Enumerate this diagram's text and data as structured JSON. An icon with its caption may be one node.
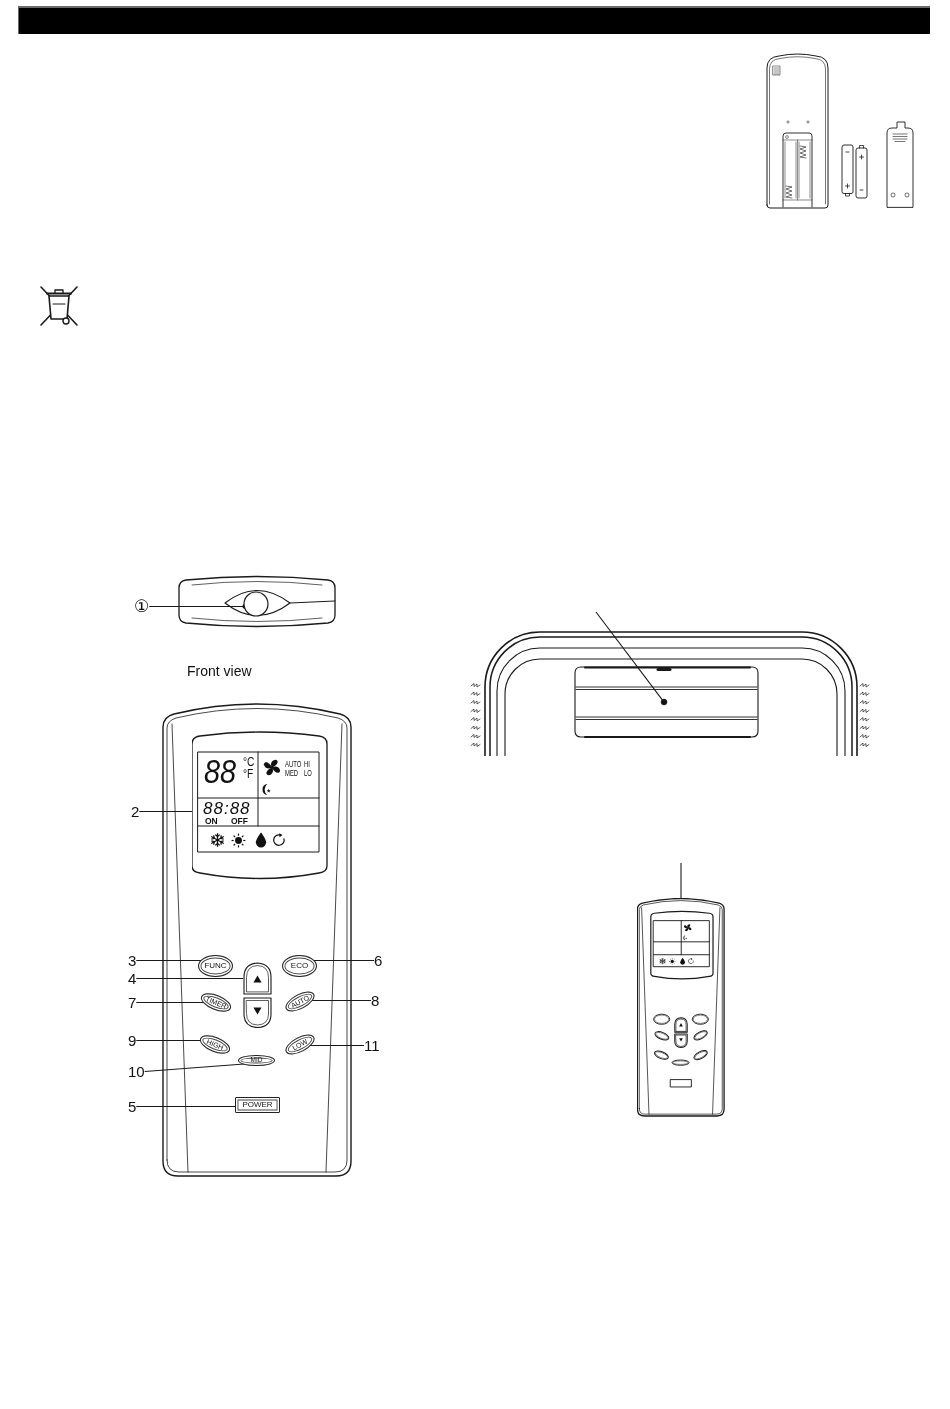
{
  "diagram": {
    "nodes": [
      {
        "text": [
          "①"
        ]
      },
      {
        "text": [],
        "shape": "picture"
      },
      {
        "text": [],
        "shape": "circle",
        "in": 1
      },
      {
        "text": [],
        "shape": "picture"
      },
      {
        "text": [],
        "shape": "circle",
        "in": 3
      },
      {
        "text": [],
        "shape": "picture"
      },
      {
        "text": [
          "88",
          "°C",
          "°F",
          "AUTO",
          "HI",
          "MED",
          "LO",
          "88:88",
          "ON",
          "OFF"
        ],
        "in": 5
      },
      {
        "text": [
          "2"
        ]
      },
      {
        "text": [
          "3"
        ]
      },
      {
        "text": [
          "FUNC"
        ],
        "in": 5
      },
      {
        "text": [
          "ECO"
        ],
        "in": 5
      },
      {
        "text": [
          "6"
        ]
      },
      {
        "text": [
          "4"
        ]
      },
      {
        "text": [],
        "shape": "button",
        "in": 5
      },
      {
        "text": [
          "7"
        ]
      },
      {
        "text": [
          "TIMER"
        ],
        "in": 5
      },
      {
        "text": [],
        "shape": "button",
        "in": 5
      },
      {
        "text": [
          "AUTO"
        ],
        "in": 5
      },
      {
        "text": [
          "8"
        ]
      },
      {
        "text": [
          "9"
        ]
      },
      {
        "text": [
          "HIGH"
        ],
        "in": 5
      },
      {
        "text": [
          "LOW"
        ],
        "in": 5
      },
      {
        "text": [
          "11"
        ]
      },
      {
        "text": [
          "MID"
        ],
        "in": 5
      },
      {
        "text": [
          "10"
        ]
      },
      {
        "text": [
          "5"
        ]
      },
      {
        "text": [
          "POWER"
        ],
        "in": 5
      },
      {
        "text": [],
        "shape": "picture"
      }
    ],
    "edges": [
      {
        "from": 0,
        "to": 2,
        "arrow": "other"
      },
      {
        "from": 7,
        "to": 6,
        "arrow": "none"
      },
      {
        "from": 8,
        "to": 9,
        "arrow": "none"
      },
      {
        "from": 11,
        "to": 10,
        "arrow": "none"
      },
      {
        "from": 12,
        "to": 13,
        "arrow": "none"
      },
      {
        "from": 14,
        "to": 15,
        "arrow": "none"
      },
      {
        "from": 18,
        "to": 17,
        "arrow": "none"
      },
      {
        "from": 19,
        "to": 20,
        "arrow": "none"
      },
      {
        "from": 22,
        "to": 21,
        "arrow": "none"
      },
      {
        "from": 24,
        "to": 23,
        "arrow": "none"
      },
      {
        "from": 25,
        "to": 26,
        "arrow": "none"
      },
      {
        "from": null,
        "to": 4,
        "arrow": "none"
      },
      {
        "from": null,
        "to": 27,
        "arrow": "none"
      }
    ],
    "labels": [
      "Front view"
    ]
  }
}
